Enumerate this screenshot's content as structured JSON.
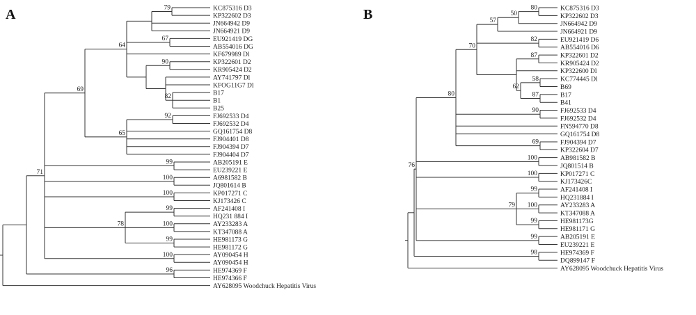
{
  "panels": [
    {
      "label": "A",
      "leaves": [
        "KC875316 D3",
        "KP322602 D3",
        "JN664942 D9",
        "JN664921 D9",
        "EU921419 DG",
        "AB554016 DG",
        "KF679989 Dl",
        "KP322601 D2",
        "KR905424 D2",
        "AY741797 Dl",
        "KFOG11G7 Dl",
        "B17",
        "B1",
        "B25",
        "FJ692533 D4",
        "FJ692532 D4",
        "GQ161754 D8",
        "FJ904401 D8",
        "FJ904394 D7",
        "FJ904404 D7",
        "AB205191 E",
        "EU239221 E",
        "A6981582 B",
        "JQ801614 B",
        "KP017271 C",
        "KJ173426 C",
        "AF241408 I",
        "HQ231 884 I",
        "AY233283 A",
        "KT347088 A",
        "HE981173 G",
        "HE981172 G",
        "AY090454 H",
        "AY090454 H",
        "HE974369 F",
        "HE974366 F",
        "AY628095 Woodchuck Hepatitis Virus"
      ],
      "bootstraps": [
        "79",
        "64",
        "67",
        "90",
        "82",
        "69",
        "92",
        "65",
        "71",
        "99",
        "100",
        "100",
        "99",
        "100",
        "78",
        "99",
        "100",
        "96"
      ]
    },
    {
      "label": "B",
      "leaves": [
        "KC875316 D3",
        "KP322602 D3",
        "JN664942 D9",
        "JN664921 D9",
        "EU921419 D6",
        "AB554016 D6",
        "KP322601 D2",
        "KR905424 D2",
        "KP322600 Dl",
        "KC774445 Dl",
        "B69",
        "B17",
        "B41",
        "FJ692533 D4",
        "FJ692532 D4",
        "FN594770 D8",
        "GQ161754 D8",
        "FJ904394 D7",
        "KP322604 D7",
        "AB981582 B",
        "JQ801514 B",
        "KP017271 C",
        "KJ173426C",
        "AF241408 I",
        "HQ231884 I",
        "AY233283 A",
        "KT347088 A",
        "HE981173G",
        "HE981171 G",
        "AB205191 E",
        "EU239221 E",
        "HE974369 F",
        "DQ899147 F",
        "AY628095 Woodchuck Hepatitis Virus"
      ],
      "bootstraps": [
        "80",
        "50",
        "57",
        "82",
        "87",
        "70",
        "58",
        "62",
        "87",
        "80",
        "90",
        "69",
        "100",
        "76",
        "100",
        "99",
        "100",
        "79",
        "99",
        "99",
        "98"
      ]
    }
  ]
}
